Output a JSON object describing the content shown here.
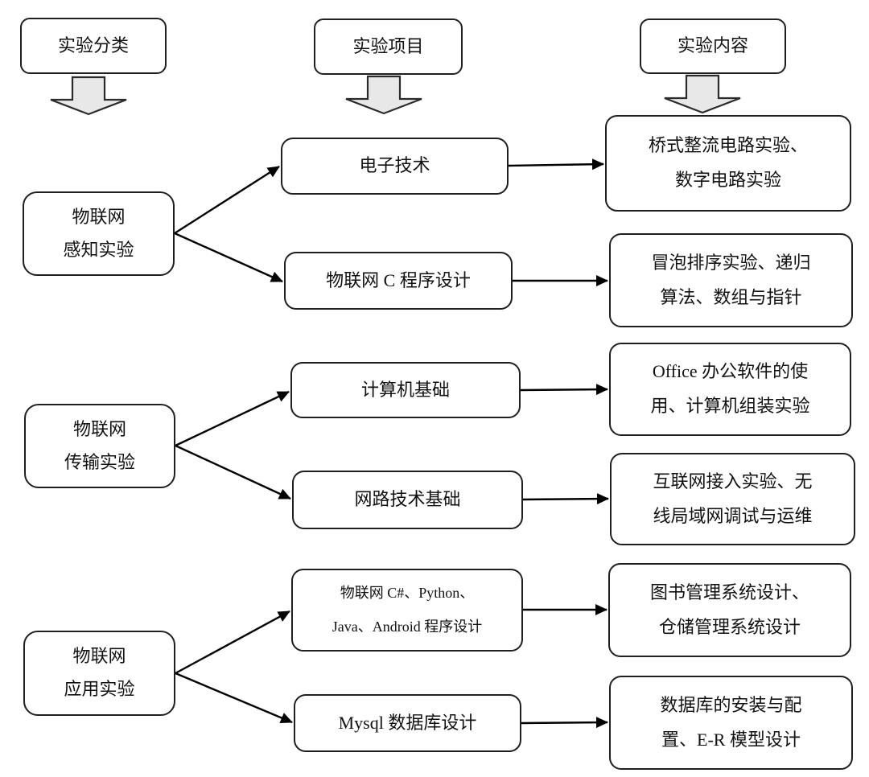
{
  "canvas": {
    "background": "#ffffff",
    "box_border_color": "#1f1f1f",
    "connector_color": "#000000",
    "block_arrow_fill": "#e8e8e8",
    "block_arrow_stroke": "#2b2b2b"
  },
  "headers": [
    {
      "label": "实验分类"
    },
    {
      "label": "实验项目"
    },
    {
      "label": "实验内容"
    }
  ],
  "groups": [
    {
      "category": {
        "lines": [
          "物联网",
          "感知实验"
        ]
      },
      "branches": [
        {
          "project": {
            "lines": [
              "电子技术"
            ]
          },
          "content": {
            "lines": [
              "桥式整流电路实验、",
              "数字电路实验"
            ]
          }
        },
        {
          "project": {
            "lines": [
              "物联网 C 程序设计"
            ]
          },
          "content": {
            "lines": [
              "冒泡排序实验、递归",
              "算法、数组与指针"
            ]
          }
        }
      ]
    },
    {
      "category": {
        "lines": [
          "物联网",
          "传输实验"
        ]
      },
      "branches": [
        {
          "project": {
            "lines": [
              "计算机基础"
            ]
          },
          "content": {
            "lines": [
              "Office 办公软件的使",
              "用、计算机组装实验"
            ]
          }
        },
        {
          "project": {
            "lines": [
              "网路技术基础"
            ]
          },
          "content": {
            "lines": [
              "互联网接入实验、无",
              "线局域网调试与运维"
            ]
          }
        }
      ]
    },
    {
      "category": {
        "lines": [
          "物联网",
          "应用实验"
        ]
      },
      "branches": [
        {
          "project": {
            "lines": [
              "物联网 C#、Python、",
              "Java、Android 程序设计"
            ]
          },
          "content": {
            "lines": [
              "图书管理系统设计、",
              "仓储管理系统设计"
            ]
          }
        },
        {
          "project": {
            "lines": [
              "Mysql 数据库设计"
            ]
          },
          "content": {
            "lines": [
              "数据库的安装与配",
              "置、E-R 模型设计"
            ]
          }
        }
      ]
    }
  ]
}
